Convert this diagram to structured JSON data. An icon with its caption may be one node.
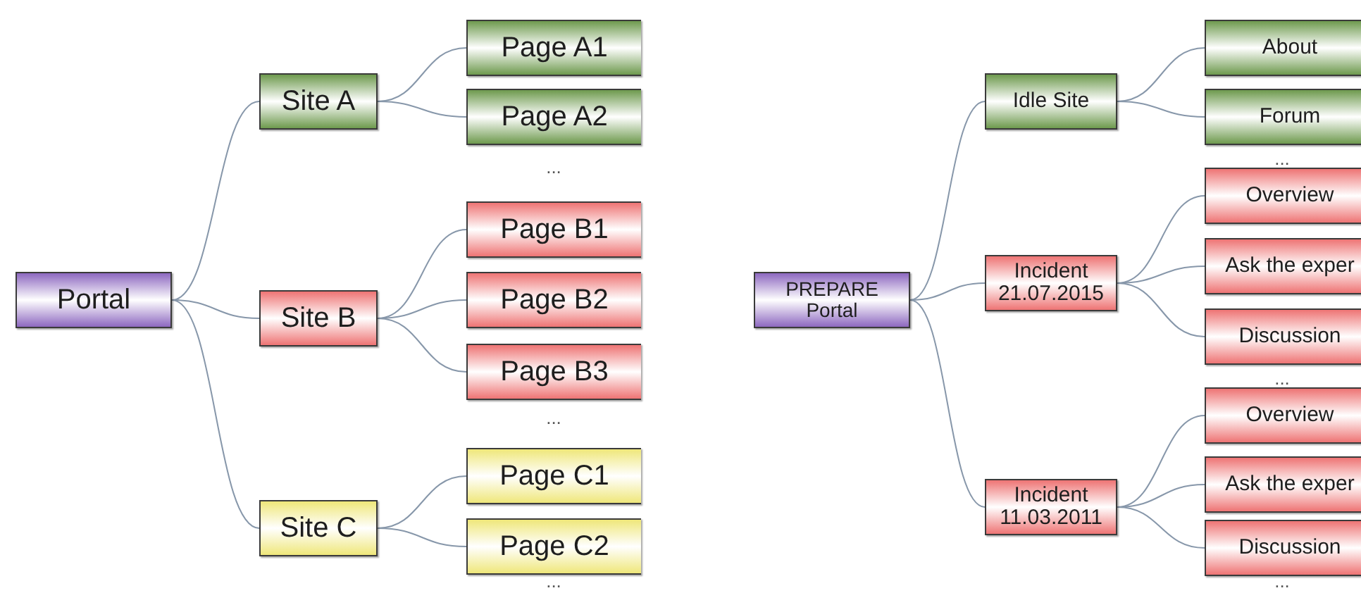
{
  "diagram": {
    "nodes": [
      {
        "text": [
          "Portal"
        ]
      },
      {
        "text": [
          "Site A"
        ]
      },
      {
        "text": [
          "Page A1"
        ]
      },
      {
        "text": [
          "Page A2"
        ]
      },
      {
        "text": [
          "Site B"
        ]
      },
      {
        "text": [
          "Page B1"
        ]
      },
      {
        "text": [
          "Page B2"
        ]
      },
      {
        "text": [
          "Page B3"
        ]
      },
      {
        "text": [
          "Site C"
        ]
      },
      {
        "text": [
          "Page C1"
        ]
      },
      {
        "text": [
          "Page C2"
        ]
      },
      {
        "text": [
          "PREPARE Portal"
        ]
      },
      {
        "text": [
          "Idle Site"
        ]
      },
      {
        "text": [
          "About"
        ]
      },
      {
        "text": [
          "Forum"
        ]
      },
      {
        "text": [
          "Incident 21.07.2015"
        ]
      },
      {
        "text": [
          "Overview"
        ]
      },
      {
        "text": [
          "Ask the exper"
        ]
      },
      {
        "text": [
          "Discussion"
        ]
      },
      {
        "text": [
          "Incident 11.03.2011"
        ]
      },
      {
        "text": [
          "Overview"
        ]
      },
      {
        "text": [
          "Ask the exper"
        ]
      },
      {
        "text": [
          "Discussion"
        ]
      }
    ],
    "edges": [
      {
        "from": 0,
        "to": 1,
        "arrow": "none"
      },
      {
        "from": 0,
        "to": 4,
        "arrow": "none"
      },
      {
        "from": 0,
        "to": 8,
        "arrow": "none"
      },
      {
        "from": 1,
        "to": 2,
        "arrow": "none"
      },
      {
        "from": 1,
        "to": 3,
        "arrow": "none"
      },
      {
        "from": 4,
        "to": 5,
        "arrow": "none"
      },
      {
        "from": 4,
        "to": 6,
        "arrow": "none"
      },
      {
        "from": 4,
        "to": 7,
        "arrow": "none"
      },
      {
        "from": 8,
        "to": 9,
        "arrow": "none"
      },
      {
        "from": 8,
        "to": 10,
        "arrow": "none"
      },
      {
        "from": 11,
        "to": 12,
        "arrow": "none"
      },
      {
        "from": 11,
        "to": 15,
        "arrow": "none"
      },
      {
        "from": 11,
        "to": 19,
        "arrow": "none"
      },
      {
        "from": 12,
        "to": 13,
        "arrow": "none"
      },
      {
        "from": 12,
        "to": 14,
        "arrow": "none"
      },
      {
        "from": 15,
        "to": 16,
        "arrow": "none"
      },
      {
        "from": 15,
        "to": 17,
        "arrow": "none"
      },
      {
        "from": 15,
        "to": 18,
        "arrow": "none"
      },
      {
        "from": 19,
        "to": 20,
        "arrow": "none"
      },
      {
        "from": 19,
        "to": 21,
        "arrow": "none"
      },
      {
        "from": 19,
        "to": 22,
        "arrow": "none"
      }
    ],
    "labels": [
      "...",
      "...",
      "...",
      "...",
      "...",
      "..."
    ]
  }
}
